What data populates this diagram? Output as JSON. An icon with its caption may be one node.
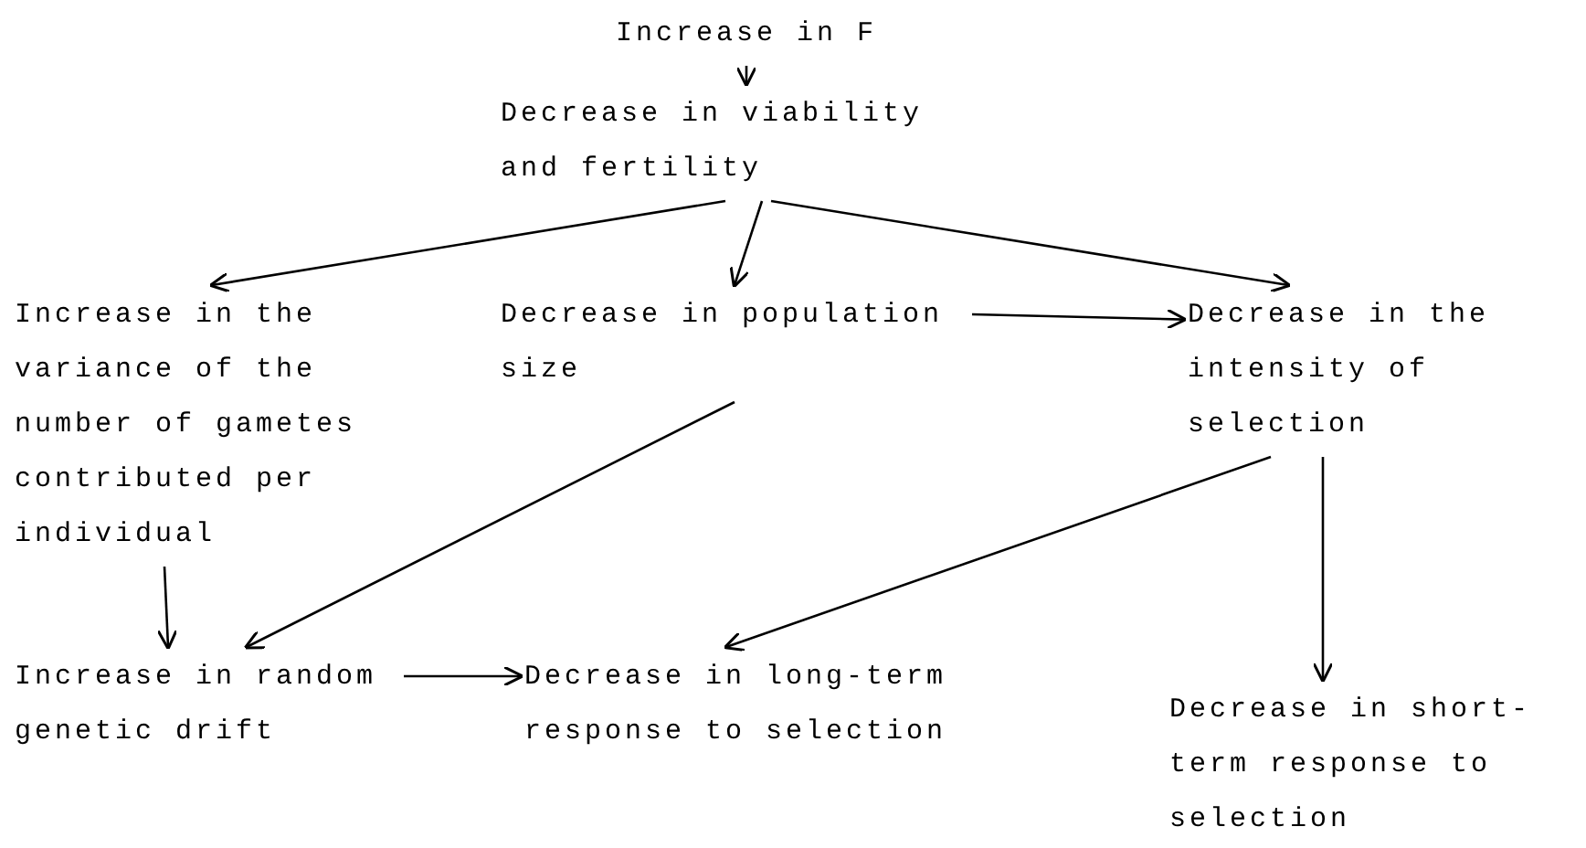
{
  "diagram": {
    "nodes": [
      {
        "text": [
          "Increase in F"
        ]
      },
      {
        "text": [
          "Decrease in viability and fertility"
        ]
      },
      {
        "text": [
          "Increase in the variance of the number of gametes contributed per individual"
        ]
      },
      {
        "text": [
          "Decrease in population size"
        ]
      },
      {
        "text": [
          "Decrease in the intensity of selection"
        ]
      },
      {
        "text": [
          "Increase in random genetic drift"
        ]
      },
      {
        "text": [
          "Decrease in long-term response to selection"
        ]
      },
      {
        "text": [
          "Decrease in short-term response to selection"
        ]
      }
    ],
    "edges": [
      {
        "from": 0,
        "to": 1,
        "arrow": "to"
      },
      {
        "from": 1,
        "to": 2,
        "arrow": "to"
      },
      {
        "from": 1,
        "to": 3,
        "arrow": "to"
      },
      {
        "from": 1,
        "to": 4,
        "arrow": "to"
      },
      {
        "from": 3,
        "to": 4,
        "arrow": "to"
      },
      {
        "from": 2,
        "to": 5,
        "arrow": "to"
      },
      {
        "from": 3,
        "to": 5,
        "arrow": "to"
      },
      {
        "from": 4,
        "to": 6,
        "arrow": "to"
      },
      {
        "from": 4,
        "to": 7,
        "arrow": "to"
      },
      {
        "from": 5,
        "to": 6,
        "arrow": "to"
      }
    ]
  }
}
